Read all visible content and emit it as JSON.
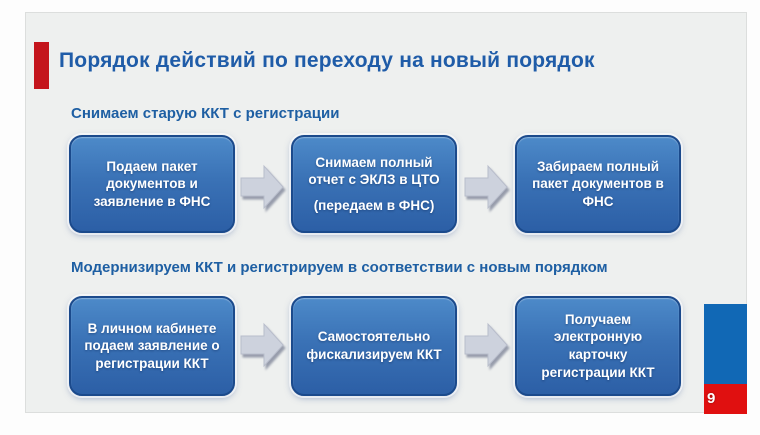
{
  "slide": {
    "title": "Порядок действий по переходу на новый порядок",
    "page_number": "9"
  },
  "sections": [
    {
      "heading": "Снимаем старую ККТ с регистрации",
      "steps": [
        {
          "text": "Подаем пакет документов и заявление в ФНС",
          "subtext": ""
        },
        {
          "text": "Снимаем полный отчет с ЭКЛЗ в ЦТО",
          "subtext": "(передаем в ФНС)"
        },
        {
          "text": "Забираем полный пакет документов в ФНС",
          "subtext": ""
        }
      ]
    },
    {
      "heading": "Модернизируем ККТ и регистрируем в соответствии с новым порядком",
      "steps": [
        {
          "text": "В личном кабинете подаем заявление о регистрации ККТ",
          "subtext": ""
        },
        {
          "text": "Самостоятельно фискализируем ККТ",
          "subtext": ""
        },
        {
          "text": "Получаем электронную карточку регистрации ККТ",
          "subtext": ""
        }
      ]
    }
  ],
  "colors": {
    "title_text": "#1f5ca8",
    "accent_red": "#c4151c",
    "box_gradient_top": "#4d8ac9",
    "box_gradient_bottom": "#2c5fa6",
    "box_border": "#1b4a8c",
    "arrow_gray": "#cdd2dd",
    "flag_blue": "#1168b5",
    "flag_red": "#e01010"
  }
}
